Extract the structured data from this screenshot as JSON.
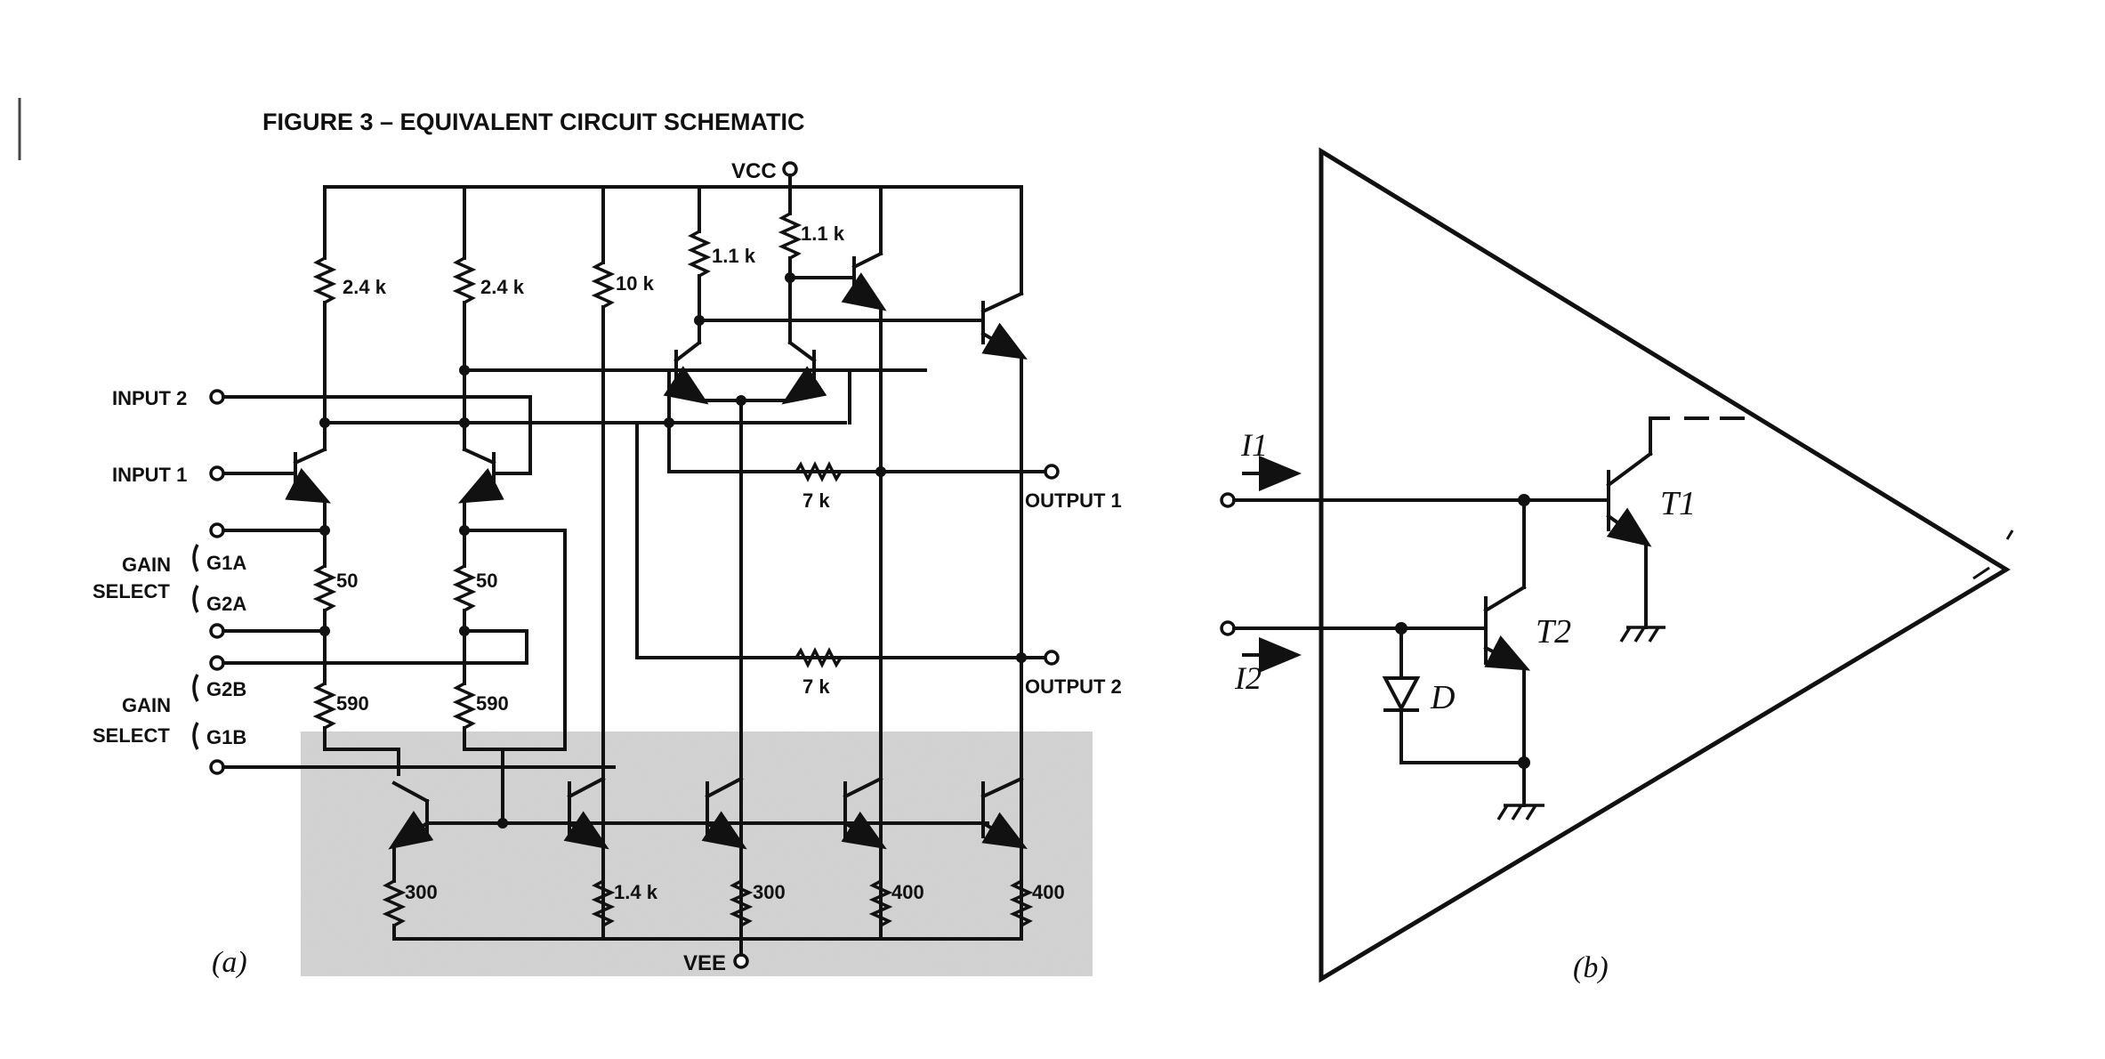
{
  "figure_a": {
    "title": "FIGURE 3 – EQUIVALENT CIRCUIT SCHEMATIC",
    "caption": "(a)",
    "supply_top": "VCC",
    "supply_bottom": "VEE",
    "inputs": [
      "INPUT 2",
      "INPUT 1"
    ],
    "outputs": [
      "OUTPUT 1",
      "OUTPUT 2"
    ],
    "gain_select": {
      "group1": [
        "GAIN",
        "SELECT"
      ],
      "group2": [
        "GAIN",
        "SELECT"
      ],
      "pins": [
        "G1A",
        "G2A",
        "G2B",
        "G1B"
      ]
    },
    "resistors": {
      "r1": "2.4 k",
      "r2": "2.4 k",
      "r3": "10 k",
      "r4": "1.1 k",
      "r5": "1.1 k",
      "r6": "50",
      "r7": "50",
      "r8": "590",
      "r9": "590",
      "r10": "7 k",
      "r11": "7 k",
      "r12": "300",
      "r13": "1.4 k",
      "r14": "300",
      "r15": "400",
      "r16": "400"
    }
  },
  "figure_b": {
    "caption": "(b)",
    "currents": [
      "I1",
      "I2"
    ],
    "transistors": [
      "T1",
      "T2"
    ],
    "diode": "D"
  }
}
